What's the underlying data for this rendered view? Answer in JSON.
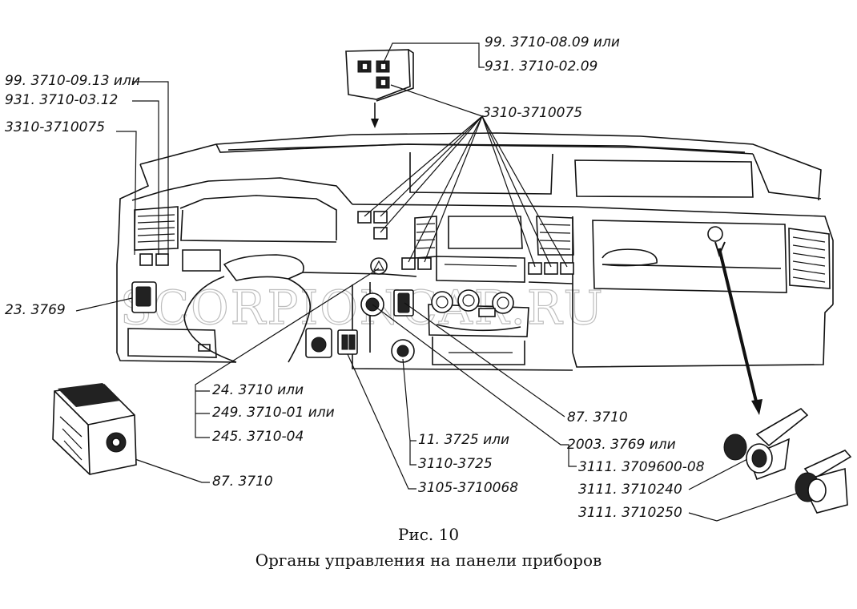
{
  "labels": {
    "top_right_1": "99. 3710-08.09 или",
    "top_right_2": "931. 3710-02.09",
    "center_top": "3310-3710075",
    "left_1": "99. 3710-09.13 или",
    "left_2": "931. 3710-03.12",
    "left_3": "3310-3710075",
    "left_mid": "23. 3769",
    "bottom_left_1": "24. 3710 или",
    "bottom_left_2": "249. 3710-01 или",
    "bottom_left_3": "245. 3710-04",
    "bottom_left_4": "87. 3710",
    "bottom_mid_1": "11. 3725 или",
    "bottom_mid_2": "3110-3725",
    "bottom_mid_3": "3105-3710068",
    "right_1": "87. 3710",
    "right_2": "2003. 3769 или",
    "right_3": "3111. 3709600-08",
    "right_4": "3111. 3710240",
    "right_5": "3111. 3710250"
  },
  "caption": {
    "figure": "Рис. 10",
    "title": "Органы управления на панели приборов"
  },
  "watermark": "SCORPIONCAR.RU"
}
